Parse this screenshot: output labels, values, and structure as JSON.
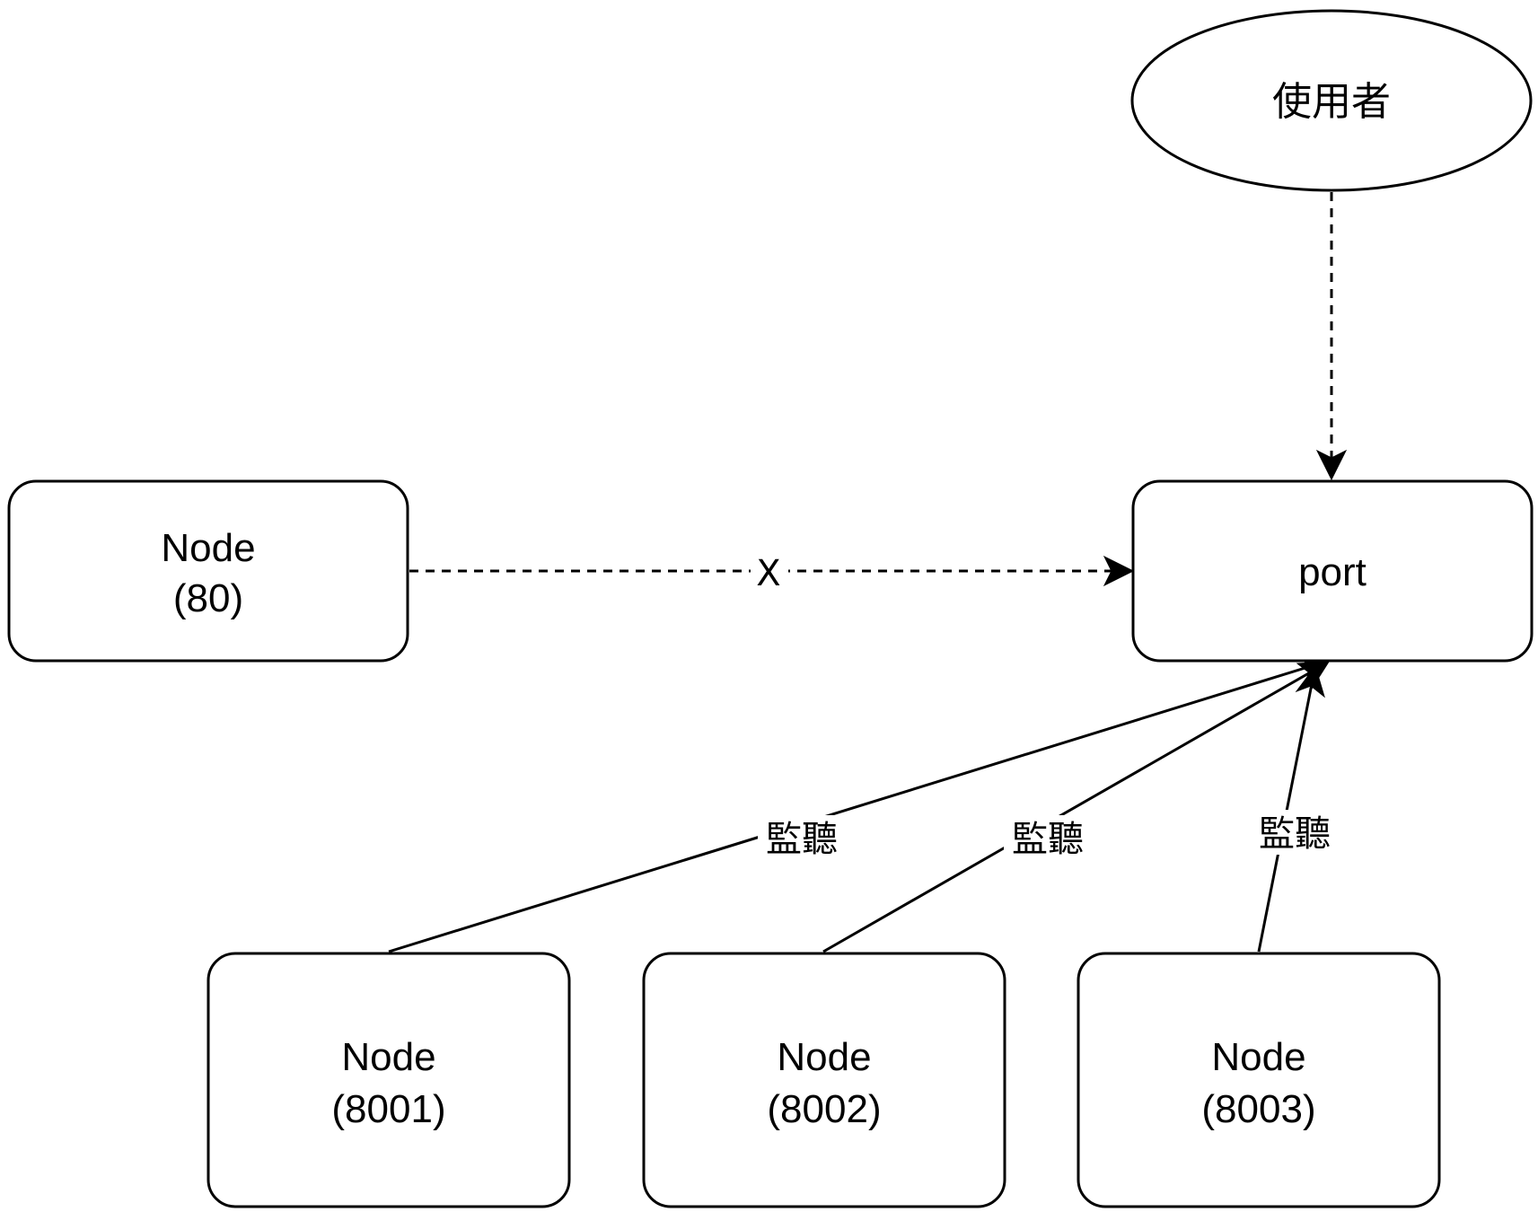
{
  "nodes": {
    "user": {
      "label": "使用者"
    },
    "port": {
      "label": "port"
    },
    "node80": {
      "line1": "Node",
      "line2": "(80)"
    },
    "node8001": {
      "line1": "Node",
      "line2": "(8001)"
    },
    "node8002": {
      "line1": "Node",
      "line2": "(8002)"
    },
    "node8003": {
      "line1": "Node",
      "line2": "(8003)"
    }
  },
  "edges": {
    "user_to_port": {
      "style": "dashed",
      "label": ""
    },
    "node80_to_port": {
      "style": "dashed",
      "label": "X"
    },
    "node8001_to_port": {
      "style": "solid",
      "label": "監聽"
    },
    "node8002_to_port": {
      "style": "solid",
      "label": "監聽"
    },
    "node8003_to_port": {
      "style": "solid",
      "label": "監聽"
    }
  },
  "colors": {
    "stroke": "#000000",
    "fill": "#ffffff"
  }
}
